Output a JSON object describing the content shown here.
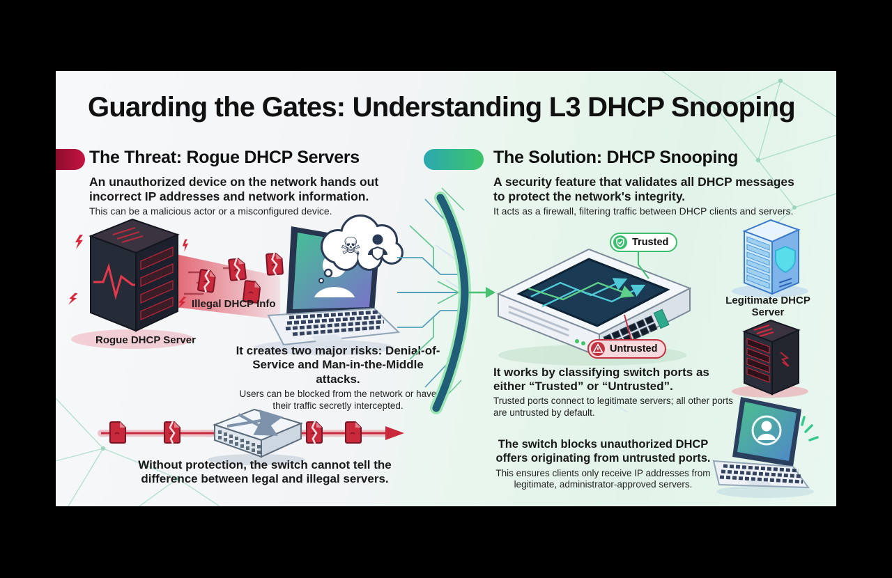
{
  "title": "Guarding the Gates: Understanding L3 DHCP Snooping",
  "threat": {
    "heading": "The Threat: Rogue DHCP Servers",
    "lead": "An unauthorized device on the network hands out incorrect IP addresses and network information.",
    "sub": "This can be a malicious actor or a misconfigured device.",
    "beam_label": "Illegal DHCP Info",
    "server_label": "Rogue DHCP Server",
    "risks": "It creates two major risks: Denial-of-Service and Man-in-the-Middle attacks.",
    "risks_sub": "Users can be blocked from the network or have their traffic secretly intercepted.",
    "bottom": "Without protection, the switch cannot tell the difference between legal and illegal servers."
  },
  "solution": {
    "heading": "The Solution: DHCP Snooping",
    "lead": "A security feature that validates all DHCP messages to protect the network's integrity.",
    "sub": "It acts as a firewall, filtering traffic between DHCP clients and servers.",
    "trusted_badge": "Trusted",
    "untrusted_badge": "Untrusted",
    "ports": "It works by classifying switch ports as either “Trusted” or “Untrusted”.",
    "ports_sub": "Trusted ports connect to legitimate servers; all other ports are untrusted by default.",
    "blocks": "The switch blocks unauthorized DHCP offers originating from untrusted ports.",
    "blocks_sub": "This ensures clients only receive IP addresses from legitimate, administrator-approved servers.",
    "server_label": "Legitimate DHCP Server"
  },
  "colors": {
    "threat_accent": "#b01339",
    "solution_accent": "#3ec46a",
    "trusted_green": "#3bbf6e",
    "untrusted_red": "#c2333f",
    "divider_teal": "#205d77",
    "background_mint": "#e2f4e9"
  }
}
